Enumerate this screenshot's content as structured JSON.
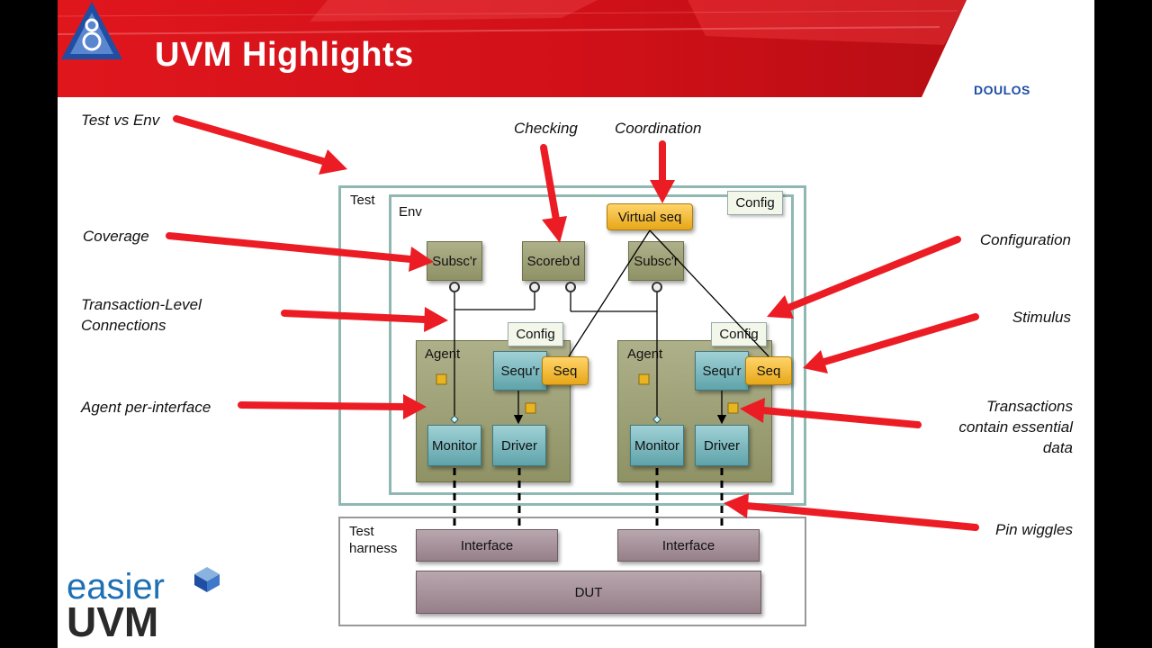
{
  "slide": {
    "title": "UVM Highlights",
    "brand": "DOULOS",
    "bottom_logo": {
      "line1": "easier",
      "line2": "UVM"
    }
  },
  "callouts": {
    "test_vs_env": "Test vs Env",
    "checking": "Checking",
    "coordination": "Coordination",
    "coverage": "Coverage",
    "configuration": "Configuration",
    "tlm_line1": "Transaction-Level",
    "tlm_line2": "Connections",
    "stimulus": "Stimulus",
    "agent_per_interface": "Agent per-interface",
    "transactions_line1": "Transactions",
    "transactions_line2": "contain essential",
    "transactions_line3": "data",
    "pin_wiggles": "Pin wiggles"
  },
  "diagram": {
    "test": "Test",
    "env": "Env",
    "config": "Config",
    "virtual_seq": "Virtual seq",
    "subscriber": "Subsc'r",
    "scoreboard": "Scoreb'd",
    "agent": "Agent",
    "sequencer": "Sequ'r",
    "seq": "Seq",
    "monitor": "Monitor",
    "driver": "Driver",
    "test_harness_line1": "Test",
    "test_harness_line2": "harness",
    "interface": "Interface",
    "dut": "DUT"
  },
  "colors": {
    "header_red": "#d8121a",
    "arrow_red": "#ec1c24",
    "frame_teal": "#8fb8b3",
    "brand_blue": "#1f4ea3"
  }
}
